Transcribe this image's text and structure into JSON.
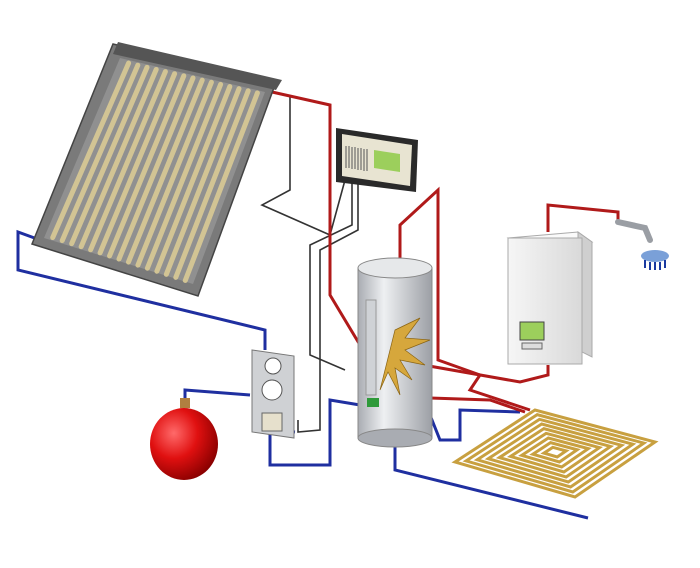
{
  "diagram": {
    "components": [
      "solar-collector",
      "solar-controller",
      "storage-tank",
      "gas-boiler",
      "shower-head",
      "expansion-vessel",
      "pump-station",
      "floor-heating-coil"
    ],
    "colors": {
      "hot_pipe": "#b01a1a",
      "cold_pipe": "#1f2fa0",
      "signal_wire": "#333333",
      "collector_frame": "#6f6f6f",
      "collector_tube": "#c9b98a",
      "tank": "#d8dadd",
      "vessel": "#d81010",
      "coil": "#c8a040",
      "boiler": "#eeeeee",
      "display": "#9ccf5c"
    }
  }
}
